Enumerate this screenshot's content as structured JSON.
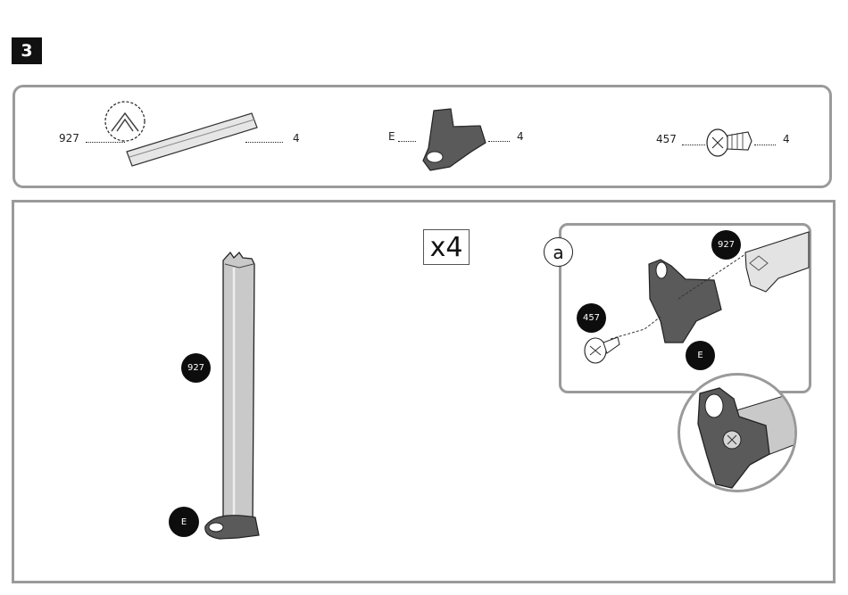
{
  "step": {
    "number": "3"
  },
  "parts": [
    {
      "code": "927",
      "qty": "4"
    },
    {
      "code": "E",
      "qty": "4"
    },
    {
      "code": "457",
      "qty": "4"
    }
  ],
  "multiplier": "x4",
  "detail": {
    "letter": "a"
  },
  "callouts": {
    "main_927": "927",
    "main_e": "E",
    "detail_927": "927",
    "detail_457": "457",
    "detail_e": "E"
  }
}
